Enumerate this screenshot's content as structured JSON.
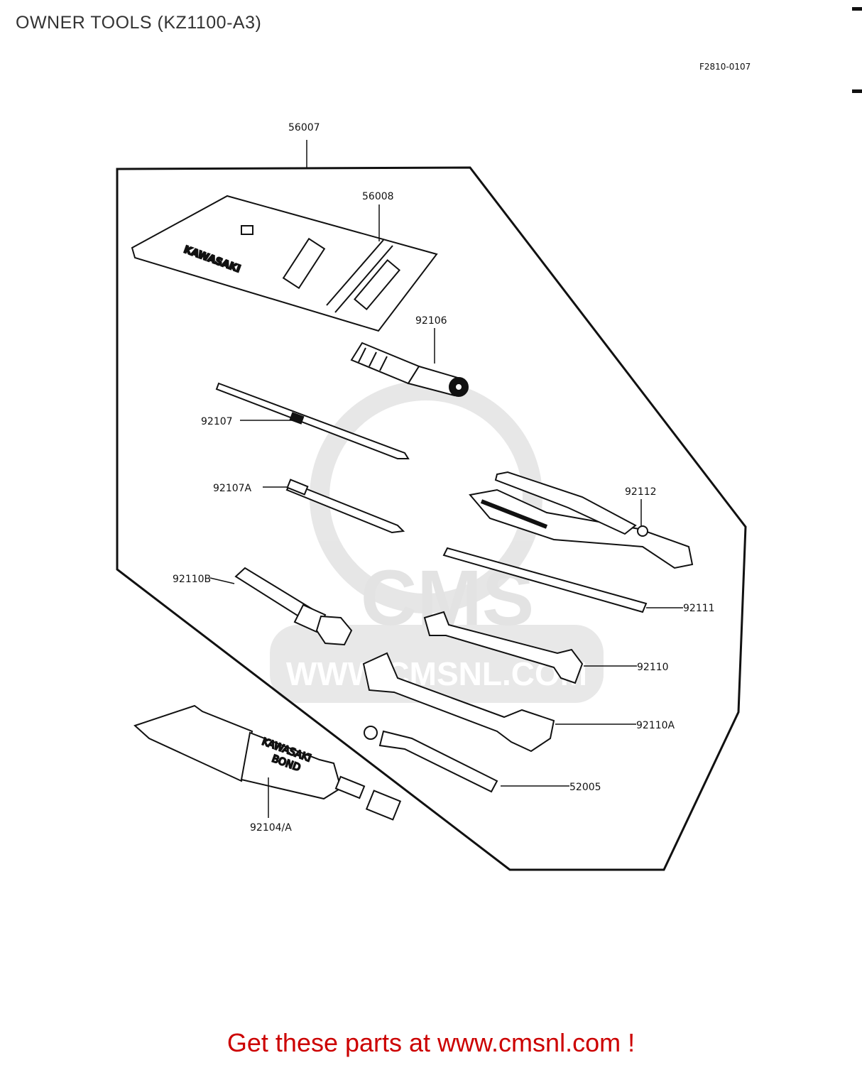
{
  "header": {
    "title": "OWNER TOOLS (KZ1100-A3)",
    "figure_ref": "F2810-0107"
  },
  "diagram": {
    "parts": [
      {
        "id": "56007",
        "label": "56007"
      },
      {
        "id": "56008",
        "label": "56008"
      },
      {
        "id": "92106",
        "label": "92106"
      },
      {
        "id": "92107",
        "label": "92107"
      },
      {
        "id": "92107A",
        "label": "92107A"
      },
      {
        "id": "92112",
        "label": "92112"
      },
      {
        "id": "92110B",
        "label": "92110B"
      },
      {
        "id": "92111",
        "label": "92111"
      },
      {
        "id": "92110",
        "label": "92110"
      },
      {
        "id": "92110A",
        "label": "92110A"
      },
      {
        "id": "52005",
        "label": "52005"
      },
      {
        "id": "92104A",
        "label": "92104/A"
      }
    ],
    "pouch_text": "KAWASAKI",
    "bond_text_1": "KAWASAKI",
    "bond_text_2": "BOND",
    "watermark_text_1": "CMS",
    "watermark_text_2": "WWW.CMSNL.COM"
  },
  "footer": {
    "text": "Get these parts at www.cmsnl.com !",
    "color": "#cc0000"
  }
}
